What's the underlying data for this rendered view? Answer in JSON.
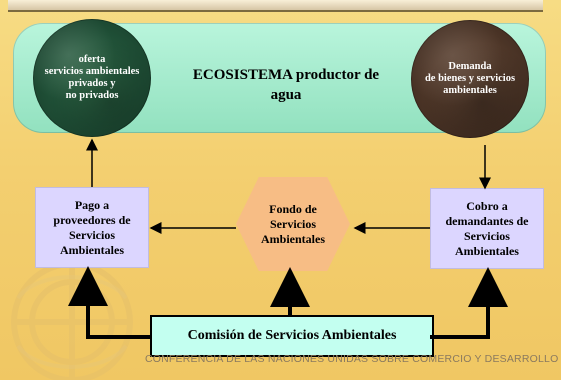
{
  "diagram": {
    "left_circle": {
      "lines": [
        "oferta",
        "servicios ambientales",
        "privados y",
        "no privados"
      ]
    },
    "right_circle": {
      "lines": [
        "Demanda",
        "de bienes y servicios",
        "ambientales"
      ]
    },
    "ecosystem": {
      "title_lines": [
        "ECOSISTEMA productor de",
        "agua"
      ]
    },
    "left_box": {
      "lines": [
        "Pago a",
        "proveedores de",
        "Servicios",
        "Ambientales"
      ]
    },
    "center_hex": {
      "lines": [
        "Fondo de",
        "Servicios",
        "Ambientales"
      ]
    },
    "right_box": {
      "lines": [
        "Cobro a",
        "demandantes de",
        "Servicios",
        "Ambientales"
      ]
    },
    "bottom_box": {
      "label": "Comisión de Servicios Ambientales"
    },
    "footer": {
      "text": "CONFERENCIA DE LAS NACIONES UNIDAS SOBRE COMERCIO Y DESARROLLO"
    }
  },
  "colors": {
    "background": "#f3cf70",
    "ecosystem_fill": "#a7edd0",
    "box_fill": "#dcd6ff",
    "hex_fill": "#f7bd85",
    "bottom_box_fill": "#c3fff0"
  }
}
